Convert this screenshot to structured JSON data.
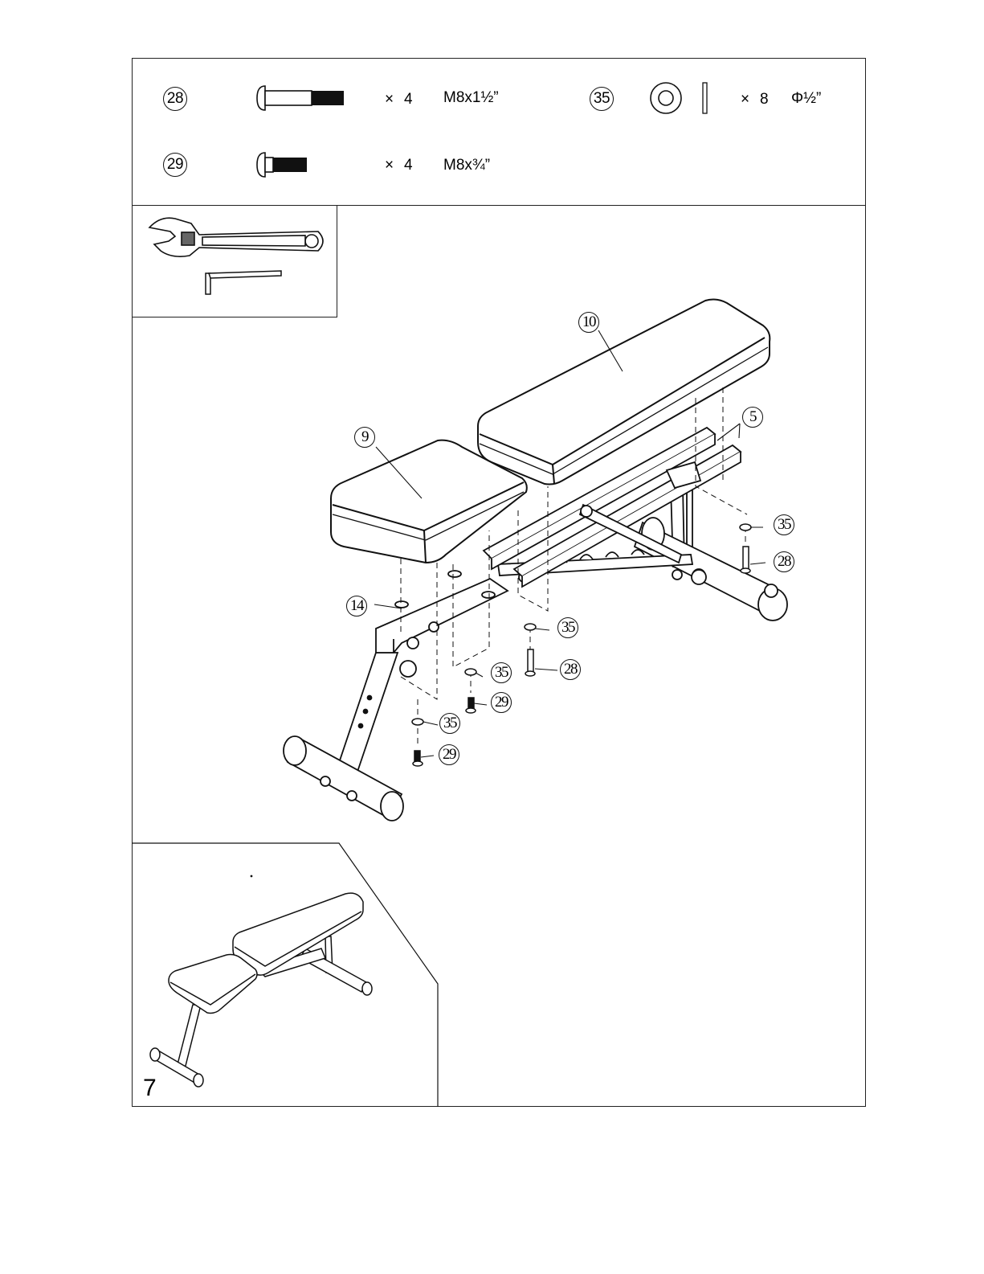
{
  "hardware": [
    {
      "part": "28",
      "qty": "4",
      "size": "M8x1½”",
      "icon": "long-bolt-icon"
    },
    {
      "part": "29",
      "qty": "4",
      "size": "M8x¾”",
      "icon": "short-bolt-icon"
    },
    {
      "part": "35",
      "qty": "8",
      "size": "Φ½”",
      "icon": "washer-icon"
    }
  ],
  "times_sign": "×",
  "tools": [
    "wrench-icon",
    "allen-key-icon"
  ],
  "callouts": {
    "seat_pad": "9",
    "back_pad": "10",
    "frame_rail": "5",
    "seat_bracket": "14",
    "washer": "35",
    "long_bolt": "28",
    "short_bolt": "29"
  },
  "step": "7"
}
